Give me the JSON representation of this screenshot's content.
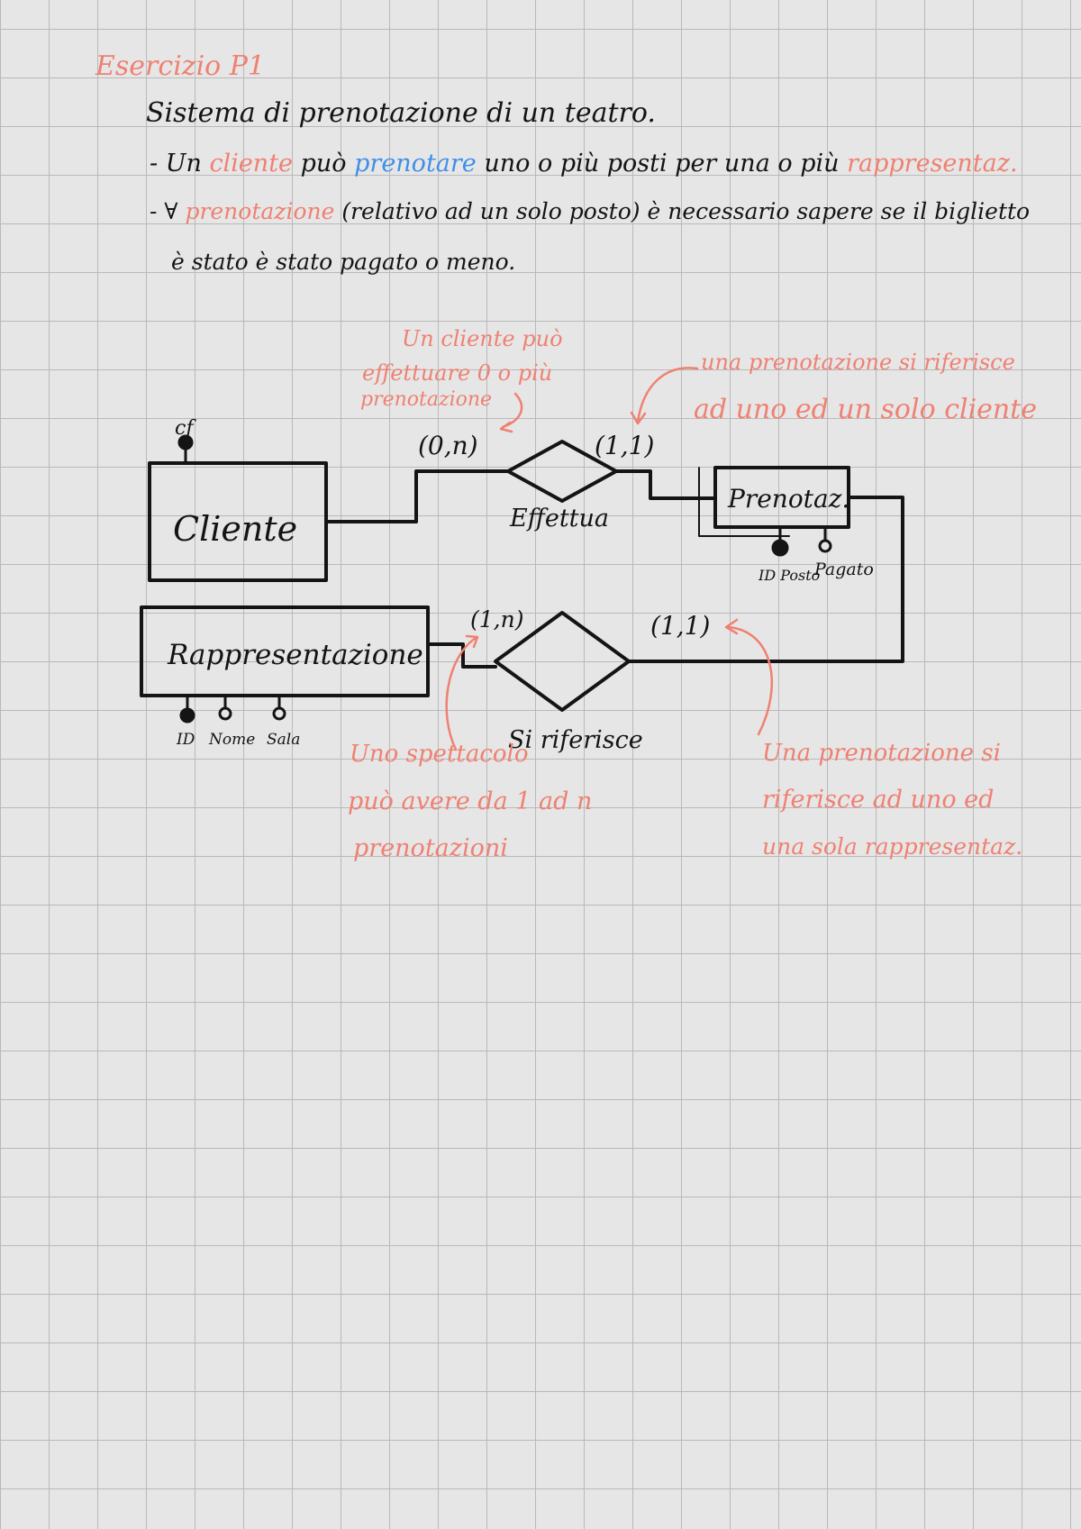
{
  "title": "Esercizio P1",
  "intro": "Sistema di prenotazione di un teatro.",
  "requirements": {
    "line1": {
      "prefix": "- Un ",
      "w1": "cliente",
      "t1": " può ",
      "w2": "prenotare",
      "t2": " uno o più posti per una o più ",
      "w3": "rappresentaz."
    },
    "line2": {
      "prefix": "- ∀ ",
      "w1": "prenotazione",
      "t1": " (relativo ad un solo posto) è necessario sapere se il biglietto",
      "continuation": "è stato è stato pagato o meno."
    }
  },
  "entities": {
    "cliente": {
      "label": "Cliente",
      "attribute": "cf"
    },
    "prenotazione": {
      "label": "Prenotaz.",
      "attributes": [
        "ID Posto",
        "Pagato"
      ]
    },
    "rappresentazione": {
      "label": "Rappresentazione",
      "attributes": [
        "ID",
        "Nome",
        "Sala"
      ]
    }
  },
  "relationships": {
    "effettua": {
      "label": "Effettua",
      "card_left": "(0,n)",
      "card_right": "(1,1)"
    },
    "si_riferisce": {
      "label": "Si riferisce",
      "card_left": "(1,n)",
      "card_right": "(1,1)"
    }
  },
  "annotations": {
    "cliente_note": [
      "Un cliente può",
      "effettuare 0 o più",
      "prenotazione"
    ],
    "prenotazione_note": [
      "una prenotazione si riferisce",
      "ad uno ed un solo cliente"
    ],
    "spettacolo_note": [
      "Uno spettacolo",
      "può avere da 1 ad n",
      "prenotazioni"
    ],
    "rappresentazione_note": [
      "Una prenotazione si",
      "riferisce ad uno ed",
      "una sola rappresentaz."
    ]
  },
  "colors": {
    "ink": "#141414",
    "highlight_red": "#ef8172",
    "highlight_blue": "#3f8fe8",
    "grid": "#b9b9b9",
    "paper": "#e6e6e6"
  }
}
